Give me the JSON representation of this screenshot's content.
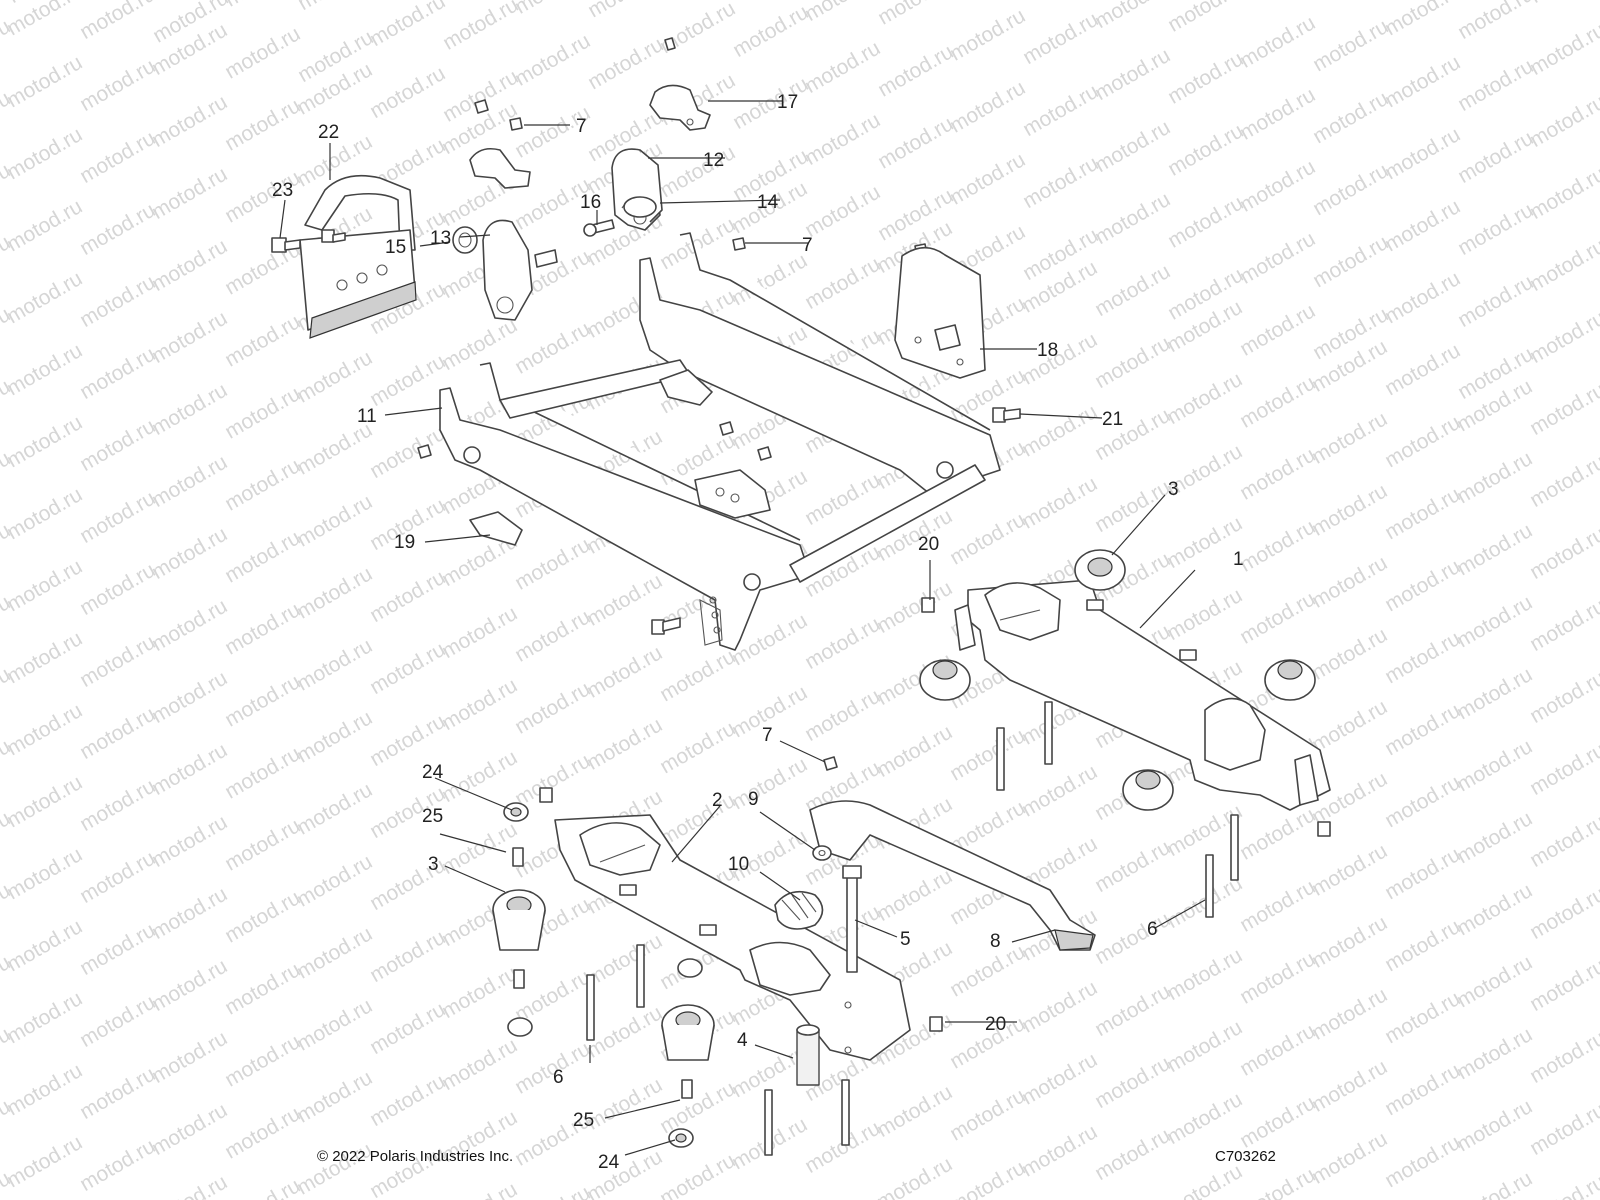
{
  "watermark": {
    "text": "motod.ru",
    "color": "#d6d6d6"
  },
  "callouts": [
    {
      "id": "c1",
      "label": "1"
    },
    {
      "id": "c2",
      "label": "2"
    },
    {
      "id": "c3a",
      "label": "3"
    },
    {
      "id": "c3b",
      "label": "3"
    },
    {
      "id": "c4",
      "label": "4"
    },
    {
      "id": "c5",
      "label": "5"
    },
    {
      "id": "c6a",
      "label": "6"
    },
    {
      "id": "c6b",
      "label": "6"
    },
    {
      "id": "c7a",
      "label": "7"
    },
    {
      "id": "c7b",
      "label": "7"
    },
    {
      "id": "c7c",
      "label": "7"
    },
    {
      "id": "c8",
      "label": "8"
    },
    {
      "id": "c9",
      "label": "9"
    },
    {
      "id": "c10",
      "label": "10"
    },
    {
      "id": "c11",
      "label": "11"
    },
    {
      "id": "c12",
      "label": "12"
    },
    {
      "id": "c13",
      "label": "13"
    },
    {
      "id": "c14",
      "label": "14"
    },
    {
      "id": "c15",
      "label": "15"
    },
    {
      "id": "c16",
      "label": "16"
    },
    {
      "id": "c17",
      "label": "17"
    },
    {
      "id": "c18",
      "label": "18"
    },
    {
      "id": "c19",
      "label": "19"
    },
    {
      "id": "c20a",
      "label": "20"
    },
    {
      "id": "c20b",
      "label": "20"
    },
    {
      "id": "c21",
      "label": "21"
    },
    {
      "id": "c22",
      "label": "22"
    },
    {
      "id": "c23",
      "label": "23"
    },
    {
      "id": "c24a",
      "label": "24"
    },
    {
      "id": "c24b",
      "label": "24"
    },
    {
      "id": "c25a",
      "label": "25"
    },
    {
      "id": "c25b",
      "label": "25"
    }
  ],
  "footer": {
    "copyright": "© 2022 Polaris Industries Inc.",
    "drawing_number": "C703262"
  }
}
